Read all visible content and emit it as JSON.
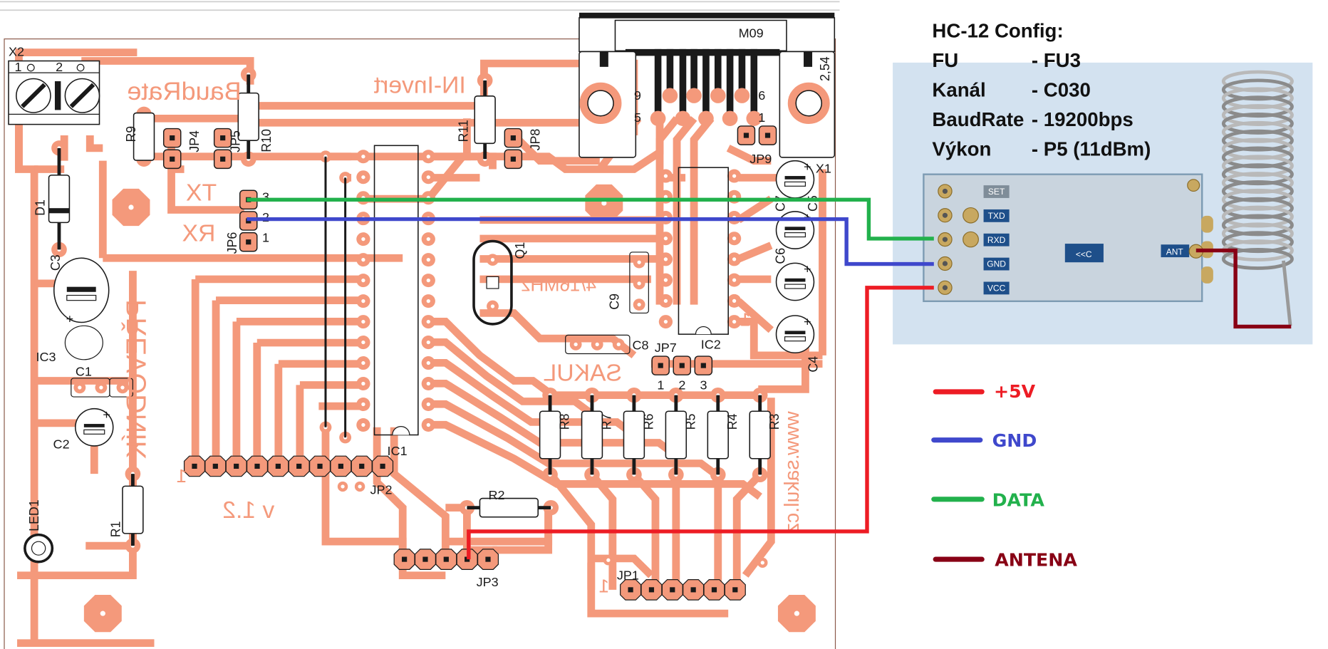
{
  "config": {
    "title": "HC-12 Config:",
    "rows": [
      {
        "label": "FU",
        "value": "- FU3"
      },
      {
        "label": "Kanál",
        "value": "- C030"
      },
      {
        "label": "BaudRate",
        "value": "- 19200bps"
      },
      {
        "label": "Výkon",
        "value": "- P5 (11dBm)"
      }
    ]
  },
  "module": {
    "pins": [
      "SET",
      "TXD",
      "RXD",
      "GND",
      "VCC"
    ],
    "ant": "ANT",
    "logo": "<<C"
  },
  "legend": [
    {
      "label": "+5V",
      "color": "#ed1c24"
    },
    {
      "label": "GND",
      "color": "#3f48cc"
    },
    {
      "label": "DATA",
      "color": "#22b14c"
    },
    {
      "label": "ANTENA",
      "color": "#880015"
    }
  ],
  "connector": {
    "name": "M09",
    "pin9": "9",
    "pin5": "5",
    "pin6": "6",
    "pin1": "1",
    "pitch": "2,54"
  },
  "pcb_labels": {
    "x2": "X2",
    "x2_pin1": "1",
    "x2_pin2": "2",
    "x1": "X1",
    "d1": "D1",
    "c3": "C3",
    "ic3": "IC3",
    "c1": "C1",
    "c2": "C2",
    "led1": "LED1",
    "r1": "R1",
    "r9": "R9",
    "jp4": "JP4",
    "jp5": "JP5",
    "r10": "R10",
    "r11": "R11",
    "jp8": "JP8",
    "jp9": "JP9",
    "jp6": "JP6",
    "jp6_pins": [
      "3",
      "2",
      "1"
    ],
    "ic1": "IC1",
    "ic2": "IC2",
    "q1": "Q1",
    "c9": "C9",
    "c8": "C8",
    "c7": "C7",
    "c6": "C6",
    "c5": "C5",
    "c4": "C4",
    "jp7": "JP7",
    "jp7_pins": [
      "1",
      "2",
      "3"
    ],
    "resistors": [
      "R8",
      "R7",
      "R6",
      "R5",
      "R4",
      "R3"
    ],
    "r2": "R2",
    "jp1": "JP1",
    "jp2": "JP2",
    "jp3": "JP3"
  },
  "mirrored_text": {
    "baudrate": "BaudRate",
    "in_invert": "IN-Invert",
    "tx": "TX",
    "rx": "RX",
    "prevodnik": "PŘEVODNÍK",
    "version": "v 1.2",
    "author": "SAKUL",
    "crystal": "4/16MHz",
    "web": "www.sakul.cz",
    "one": "1"
  }
}
